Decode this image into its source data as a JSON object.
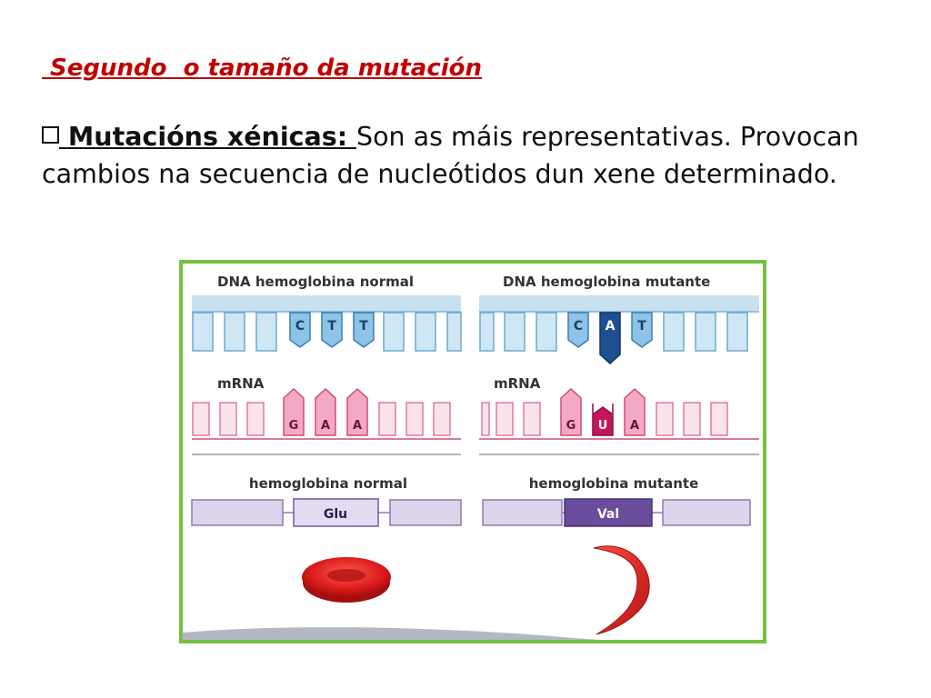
{
  "slide": {
    "title": " Segundo  o tamaño da mutación",
    "bullet": {
      "term": " Mutacións xénicas: ",
      "text": "Son as máis representativas. Provocan cambios na secuencia de nucleótidos dun xene determinado."
    }
  },
  "figure": {
    "normal": {
      "dna_label": "DNA hemoglobina normal",
      "dna_bases": [
        "C",
        "T",
        "T"
      ],
      "mrna_label": "mRNA",
      "mrna_bases": [
        "G",
        "A",
        "A"
      ],
      "protein_label": "hemoglobina normal",
      "amino_acid": "Glu"
    },
    "mutant": {
      "dna_label": "DNA hemoglobina mutante",
      "dna_bases": [
        "C",
        "A",
        "T"
      ],
      "mrna_label": "mRNA",
      "mrna_bases": [
        "G",
        "U",
        "A"
      ],
      "protein_label": "hemoglobina mutante",
      "amino_acid": "Val"
    }
  }
}
